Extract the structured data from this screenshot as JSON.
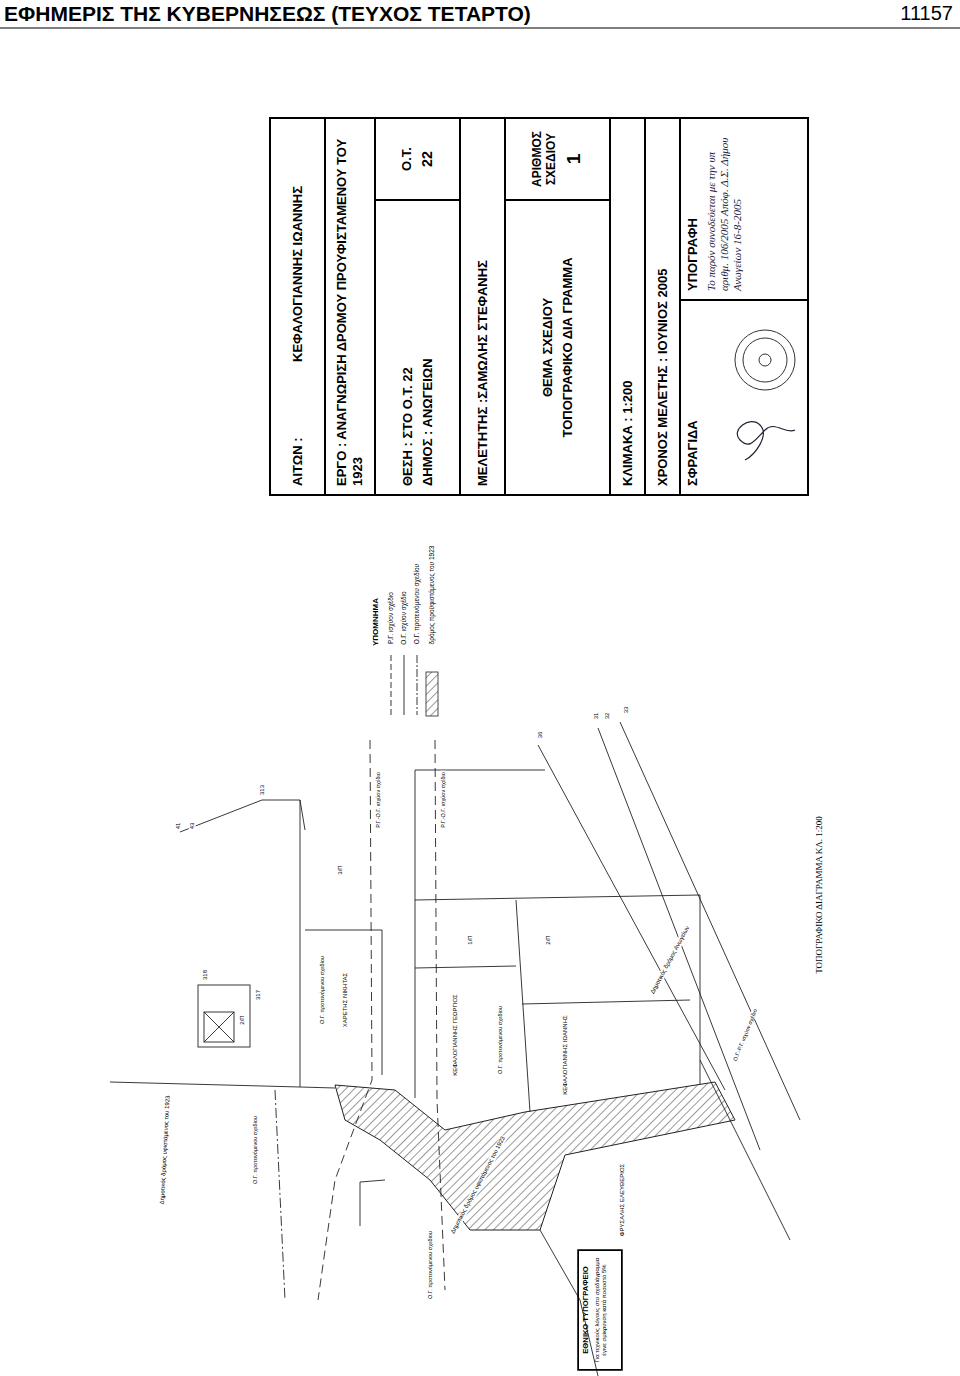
{
  "diagram": {
    "title": "ΕΦΗΜΕΡΙΣ ΤΗΣ ΚΥΒΕΡΝΗΣΕΩΣ (ΤΕΥΧΟΣ ΤΕΤΑΡΤΟ)",
    "caption": "ΤΟΠΟΓΡΑΦΙΚΟ ΔΙΑΓΡΑΜΜΑ ΚΛ. 1:200",
    "nodes": [
      {
        "text": [
          "ΑΙΤΩΝ :",
          "ΚΕΦΑΛΟΓΙΑΝΝΗΣ ΙΩΑΝΝΗΣ"
        ]
      },
      {
        "text": [
          "ΕΡΓΟ : ΑΝΑΓΝΩΡΙΣΗ ΔΡΟΜΟΥ ΠΡΟΥΦΙΣΤΑΜΕΝΟΥ ΤΟΥ 1923"
        ]
      },
      {
        "text": [
          "ΘΕΣΗ : ΣΤΟ Ο.Τ. 22",
          "ΔΗΜΟΣ : ΑΝΩΓΕΙΩΝ"
        ]
      },
      {
        "text": [
          "Ο.Τ.",
          "22"
        ]
      },
      {
        "text": [
          "ΜΕΛΕΤΗΤΗΣ :ΣΑΜΩΛΗΣ ΣΤΕΦΑΝΗΣ"
        ]
      },
      {
        "text": [
          "ΘΕΜΑ ΣΧΕΔΙΟΥ",
          "ΤΟΠΟΓΡΑΦΙΚΟ ΔΙΑ ΓΡΑΜΜΑ"
        ]
      },
      {
        "text": [
          "ΑΡΙΘΜΟΣ ΣΧΕΔΙΟΥ",
          "1"
        ]
      },
      {
        "text": [
          "ΚΛΙΜΑΚΑ : 1:200"
        ]
      },
      {
        "text": [
          "ΧΡΟΝΟΣ ΜΕΛΕΤΗΣ : ΙΟΥΝΙΟΣ 2005"
        ]
      },
      {
        "text": [
          "ΣΦΡΑΓΙΔΑ"
        ]
      },
      {
        "text": [
          "ΥΠΟΓΡΑΦΗ",
          "Το παρόν συνοδεύεται με την υπ αριθμ. 106/2005 Απόφ. Δ.Σ. Δήμου Ανωγείων 16-8-2005"
        ]
      },
      {
        "text": [
          "ΕΘΝΙΚΟ ΤΥΠΟΓΡΑΦΕΙΟ",
          "Για τεχνικούς λόγους στο σχεδιάγραμμα έγινε σμίκρυνση κατά ποσοστό 5%"
        ]
      }
    ],
    "labels": [
      "11157",
      "ΥΠΟΜΝΗΜΑ",
      "ΚΕΦΑΛΟΓΙΑΝΝΗΣ ΓΕΩΡΓΙΟΣ",
      "ΚΕΦΑΛΟΓΙΑΝΝΗΣ ΙΩΑΝΝΗΣ",
      "ΧΑΡΕΤΗΣ ΝΙΚΗΤΑΣ",
      "ΦΡΥΣΑΛΗΣ ΕΛΕΥΘΕΡΙΟΣ",
      "Δημοτικός δρόμος υφιστάμενος του 1923",
      "Δημοτικός δρόμος υφιστάμενος του 1923",
      "Δημοτικός δρόμος Ανωγείων",
      "Ρ.Γ.-Ο.Γ. ισχύον σχέδιο",
      "Ρ.Γ.-Ο.Γ. ισχύον σχέδιο",
      "Ο.Γ. προτεινόμενου σχεδίου",
      "Ο.Γ. προτεινόμενου σχεδίου",
      "Ο.Γ. προτεινόμενου σχεδίου",
      "Ο.Γ. προτεινόμενου σχεδίου",
      "Ο.Γ.-Ρ.Γ. ισχύον σχέδιο",
      "41",
      "43",
      "313",
      "318",
      "317",
      "2/Π",
      "1/Π",
      "2/Π",
      "36",
      "31",
      "32",
      "33",
      "3/Π"
    ],
    "legend": [
      {
        "text": "Ρ.Γ. ισχύον σχέδιο"
      },
      {
        "text": "Ο.Γ. ισχύον σχέδιο"
      },
      {
        "text": "Ο.Γ. προτεινόμενου σχεδίου"
      },
      {
        "text": "δρόμος προϋφιστάμενος του 1923"
      }
    ]
  }
}
